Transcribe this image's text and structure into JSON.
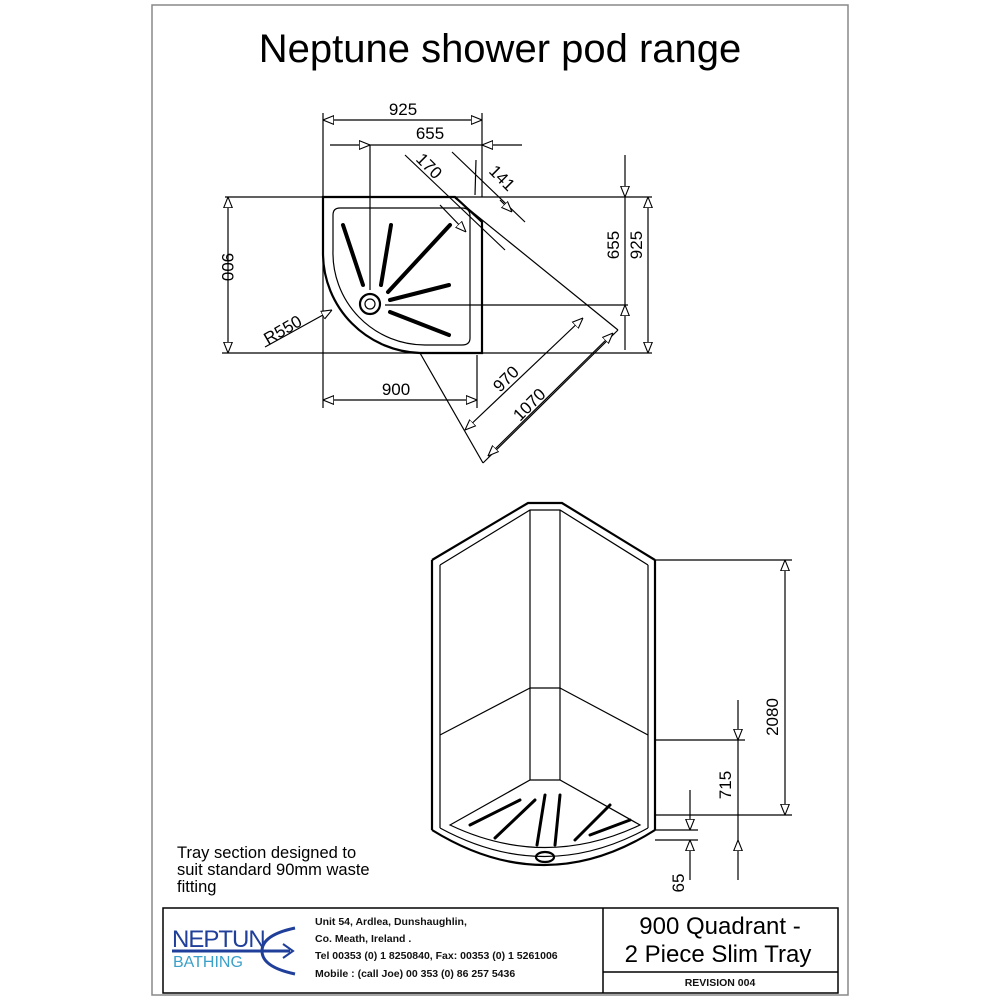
{
  "title": "Neptune shower pod range",
  "plan_dims": {
    "width_overall": "925",
    "width_inner": "655",
    "corner_170": "170",
    "corner_141": "141",
    "depth_left": "900",
    "radius": "R550",
    "depth_right_inner": "655",
    "depth_right_overall": "925",
    "width_bottom": "900",
    "diag_970": "970",
    "diag_1070": "1070"
  },
  "elevation_dims": {
    "height_total": "2080",
    "height_lower": "715",
    "tray_height": "65"
  },
  "note": [
    "Tray section designed to",
    "suit standard 90mm waste",
    "fitting"
  ],
  "footer": {
    "logo_main": "NEPTUNE",
    "logo_sub": "BATHING",
    "address": [
      "Unit 54, Ardlea, Dunshaughlin,",
      "Co. Meath, Ireland .",
      "Tel 00353 (0) 1 8250840, Fax: 00353 (0) 1 5261006",
      "Mobile : (call Joe) 00 353 (0) 86 257 5436"
    ],
    "product_line1": "900 Quadrant -",
    "product_line2": "2 Piece Slim Tray",
    "revision": "REVISION 004"
  },
  "colors": {
    "logo_blue": "#1f3f9a",
    "logo_cyan": "#3aa0c8"
  }
}
